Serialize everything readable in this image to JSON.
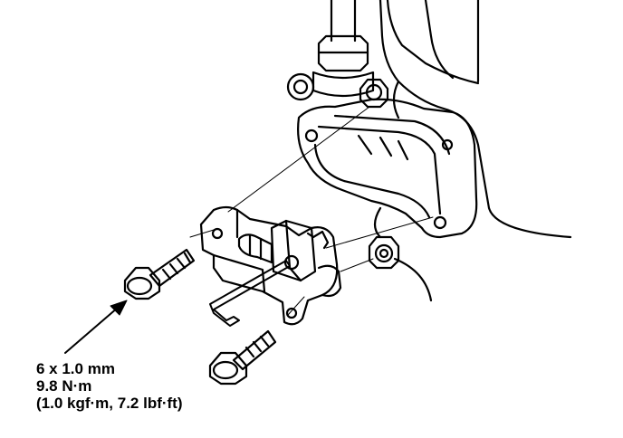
{
  "callout": {
    "size": "6 x 1.0 mm",
    "torque_nm": "9.8 N·m",
    "torque_alt": "(1.0 kgf·m, 7.2 lbf·ft)"
  },
  "colors": {
    "line": "#000000",
    "background": "#ffffff"
  }
}
